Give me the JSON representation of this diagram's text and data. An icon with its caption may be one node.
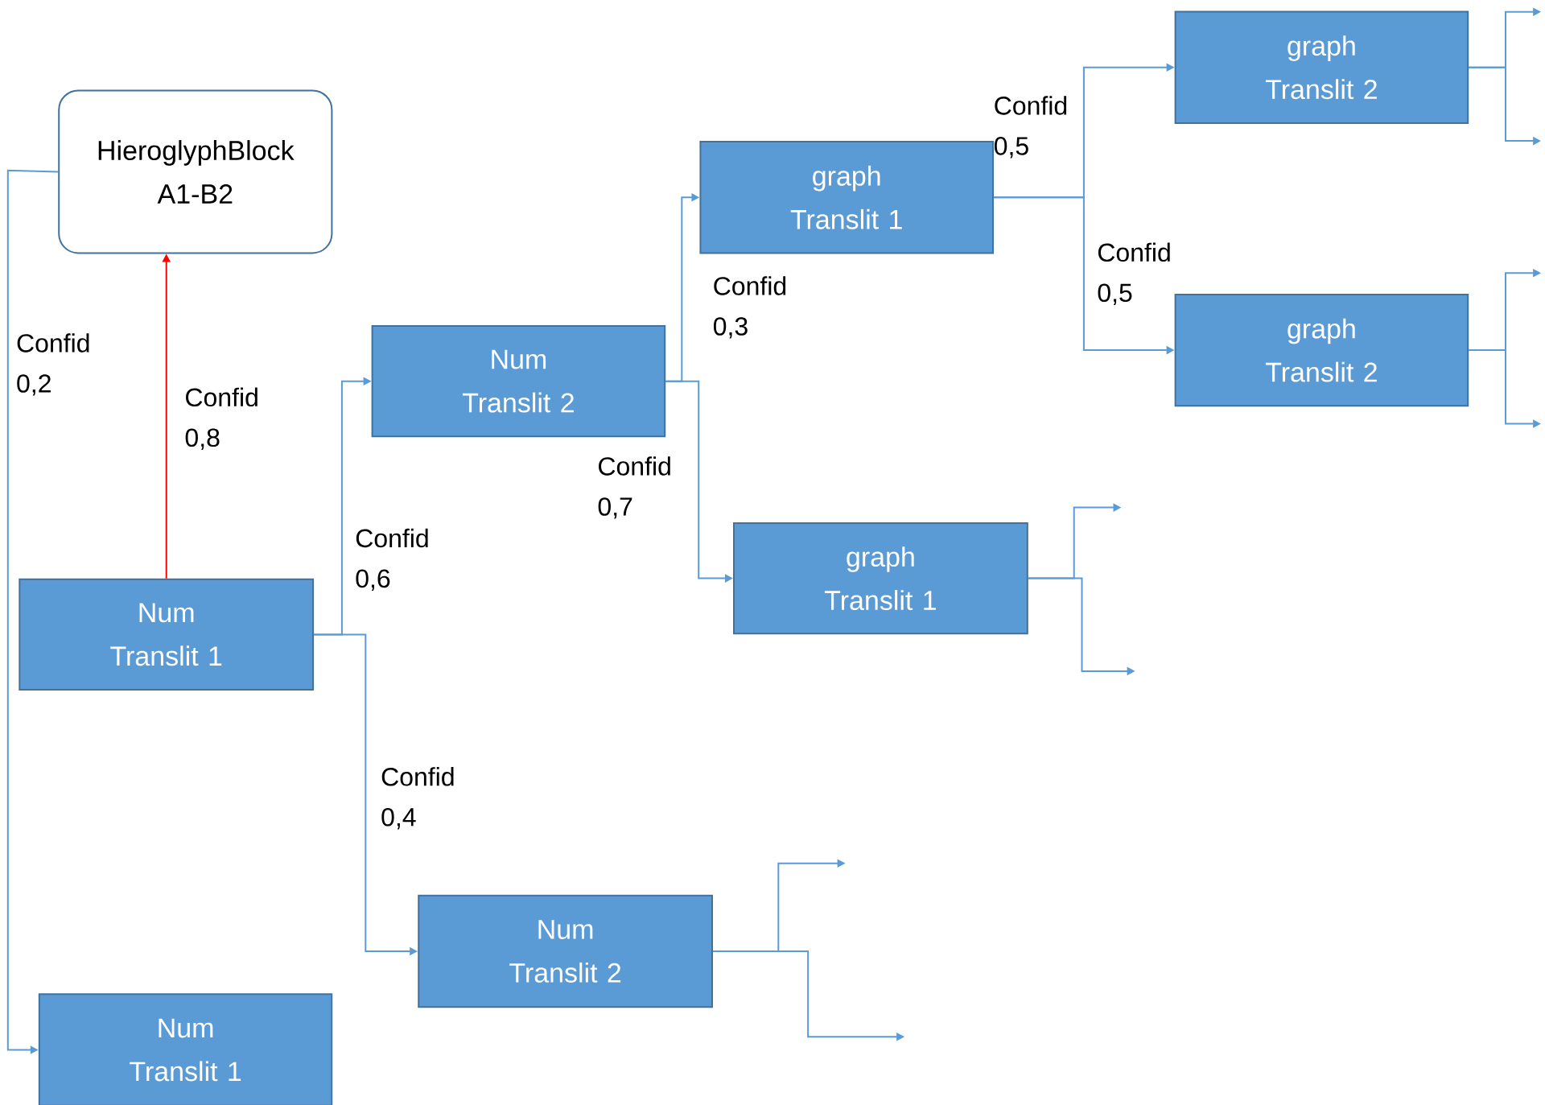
{
  "diagram": {
    "nodes": [
      {
        "text": [
          "HieroglyphBlock A1-B2"
        ]
      },
      {
        "text": [
          "Num Translit 1"
        ]
      },
      {
        "text": [
          "Num Translit 2"
        ]
      },
      {
        "text": [
          "graph Translit 1"
        ]
      },
      {
        "text": [
          "graph Translit 2"
        ]
      },
      {
        "text": [
          "graph Translit 2"
        ]
      },
      {
        "text": [
          "graph Translit 1"
        ]
      },
      {
        "text": [
          "Num Translit 2"
        ]
      },
      {
        "text": [
          "Num Translit 1"
        ]
      }
    ],
    "edges": [
      {
        "from": 1,
        "to": 0,
        "arrow": "to",
        "label": "Confid 0,8",
        "color": "#ff0000"
      },
      {
        "from": 0,
        "to": 8,
        "arrow": "to",
        "label": "Confid 0,2"
      },
      {
        "from": 1,
        "to": 2,
        "arrow": "to",
        "label": "Confid 0,6"
      },
      {
        "from": 1,
        "to": 7,
        "arrow": "to",
        "label": "Confid 0,4"
      },
      {
        "from": 2,
        "to": 3,
        "arrow": "to",
        "label": "Confid 0,3"
      },
      {
        "from": 2,
        "to": 6,
        "arrow": "to",
        "label": "Confid 0,7"
      },
      {
        "from": 3,
        "to": 4,
        "arrow": "to",
        "label": "Confid 0,5"
      },
      {
        "from": 3,
        "to": 5,
        "arrow": "to",
        "label": "Confid 0,5"
      },
      {
        "from": 4,
        "to": null,
        "arrow": "to"
      },
      {
        "from": 4,
        "to": null,
        "arrow": "to"
      },
      {
        "from": 5,
        "to": null,
        "arrow": "to"
      },
      {
        "from": 5,
        "to": null,
        "arrow": "to"
      },
      {
        "from": 6,
        "to": null,
        "arrow": "to"
      },
      {
        "from": 6,
        "to": null,
        "arrow": "to"
      },
      {
        "from": 7,
        "to": null,
        "arrow": "to"
      },
      {
        "from": 7,
        "to": null,
        "arrow": "to"
      }
    ]
  }
}
